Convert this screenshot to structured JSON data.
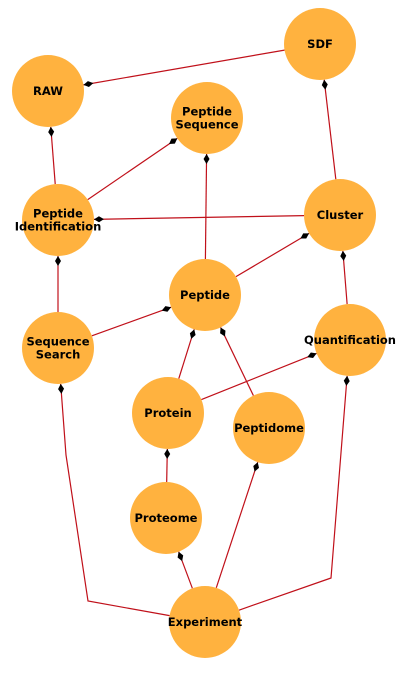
{
  "colors": {
    "node_fill": "#FFB23F",
    "edge": "#C0101A",
    "arrow": "#000000",
    "text": "#000000"
  },
  "nodes": {
    "sdf": {
      "label": [
        "SDF"
      ]
    },
    "raw": {
      "label": [
        "RAW"
      ]
    },
    "peptide_sequence": {
      "label": [
        "Peptide",
        "Sequence"
      ]
    },
    "peptide_identification": {
      "label": [
        "Peptide",
        "Identification"
      ]
    },
    "cluster": {
      "label": [
        "Cluster"
      ]
    },
    "peptide": {
      "label": [
        "Peptide"
      ]
    },
    "sequence_search": {
      "label": [
        "Sequence",
        "Search"
      ]
    },
    "quantification": {
      "label": [
        "Quantification"
      ]
    },
    "protein": {
      "label": [
        "Protein"
      ]
    },
    "peptidome": {
      "label": [
        "Peptidome"
      ]
    },
    "proteome": {
      "label": [
        "Proteome"
      ]
    },
    "experiment": {
      "label": [
        "Experiment"
      ]
    }
  },
  "edges": [
    {
      "from": "raw",
      "to": "sdf",
      "arrow_at": "raw"
    },
    {
      "from": "raw",
      "to": "peptide_identification",
      "arrow_at": "raw"
    },
    {
      "from": "peptide_sequence",
      "to": "peptide_identification",
      "arrow_at": "peptide_sequence"
    },
    {
      "from": "peptide_sequence",
      "to": "peptide",
      "arrow_at": "peptide_sequence"
    },
    {
      "from": "sdf",
      "to": "cluster",
      "arrow_at": "sdf"
    },
    {
      "from": "peptide_identification",
      "to": "cluster",
      "arrow_at": "peptide_identification"
    },
    {
      "from": "cluster",
      "to": "peptide",
      "arrow_at": "cluster"
    },
    {
      "from": "peptide_identification",
      "to": "sequence_search",
      "arrow_at": "peptide_identification"
    },
    {
      "from": "cluster",
      "to": "quantification",
      "arrow_at": "cluster"
    },
    {
      "from": "peptide",
      "to": "sequence_search",
      "arrow_at": "peptide"
    },
    {
      "from": "peptide",
      "to": "protein",
      "arrow_at": "peptide"
    },
    {
      "from": "peptide",
      "to": "peptidome",
      "arrow_at": "peptide"
    },
    {
      "from": "quantification",
      "to": "protein",
      "arrow_at": "quantification"
    },
    {
      "from": "quantification",
      "to": "experiment",
      "arrow_at": "quantification"
    },
    {
      "from": "protein",
      "to": "proteome",
      "arrow_at": "protein"
    },
    {
      "from": "sequence_search",
      "to": "experiment",
      "arrow_at": "sequence_search"
    },
    {
      "from": "proteome",
      "to": "experiment",
      "arrow_at": "proteome"
    },
    {
      "from": "peptidome",
      "to": "experiment",
      "arrow_at": "peptidome"
    }
  ]
}
